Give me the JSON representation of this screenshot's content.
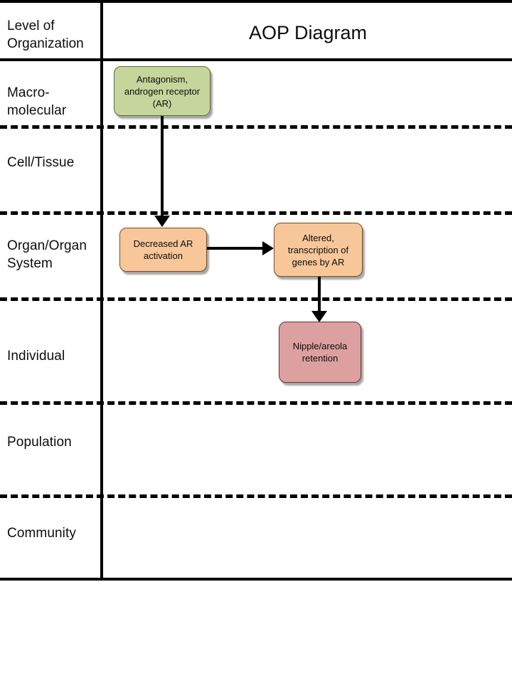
{
  "header": {
    "row_header_label": "Level of\nOrganization",
    "title": "AOP Diagram"
  },
  "rows": [
    {
      "id": "macromolecular",
      "label": "Macro-\nmolecular"
    },
    {
      "id": "cell-tissue",
      "label": "Cell/Tissue"
    },
    {
      "id": "organ",
      "label": "Organ/Organ\nSystem"
    },
    {
      "id": "individual",
      "label": "Individual"
    },
    {
      "id": "population",
      "label": "Population"
    },
    {
      "id": "community",
      "label": "Community"
    }
  ],
  "nodes": [
    {
      "id": "molecular-initiating-event",
      "label": "Antagonism,\nandrogen receptor\n(AR)",
      "row": "macromolecular",
      "color": "#c6d59b"
    },
    {
      "id": "key-event-decreased-ar-activation",
      "label": "Decreased AR\nactivation",
      "row": "organ",
      "color": "#f7c79a"
    },
    {
      "id": "key-event-altered-transcription",
      "label": "Altered,\ntranscription of\ngenes by AR",
      "row": "organ",
      "color": "#f7c79a"
    },
    {
      "id": "adverse-outcome-nipple-areola-retention",
      "label": "Nipple/areola\nretention",
      "row": "individual",
      "color": "#dda0a0"
    }
  ],
  "arrows": [
    {
      "id": "arrow-mie-to-decreased-ar",
      "from": "molecular-initiating-event",
      "to": "key-event-decreased-ar-activation",
      "direction": "down"
    },
    {
      "id": "arrow-decreased-ar-to-altered-transcription",
      "from": "key-event-decreased-ar-activation",
      "to": "key-event-altered-transcription",
      "direction": "right"
    },
    {
      "id": "arrow-altered-transcription-to-nipple-retention",
      "from": "key-event-altered-transcription",
      "to": "adverse-outcome-nipple-areola-retention",
      "direction": "down"
    }
  ],
  "colors": {
    "line": "#000000",
    "background": "#ffffff",
    "green_node": "#c6d59b",
    "orange_node": "#f7c79a",
    "pink_node": "#dda0a0"
  }
}
